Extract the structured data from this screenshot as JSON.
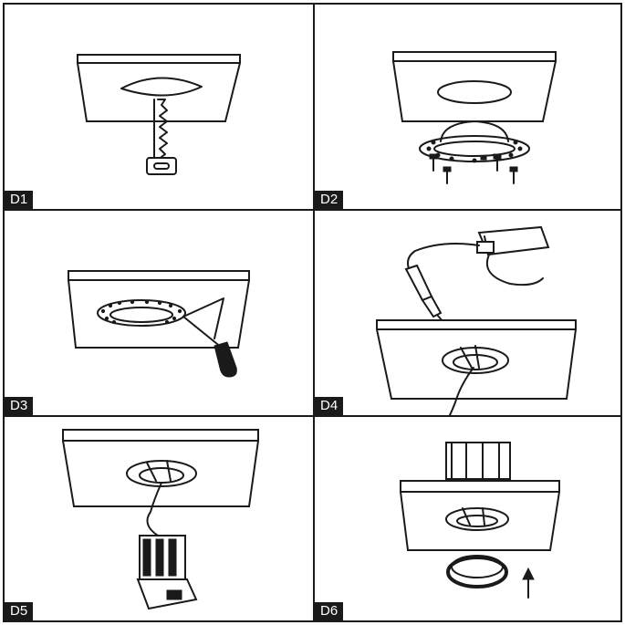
{
  "panels": [
    {
      "label": "D1"
    },
    {
      "label": "D2"
    },
    {
      "label": "D3"
    },
    {
      "label": "D4"
    },
    {
      "label": "D5"
    },
    {
      "label": "D6"
    }
  ],
  "colors": {
    "ink": "#1a1a1a",
    "paper": "#ffffff"
  }
}
